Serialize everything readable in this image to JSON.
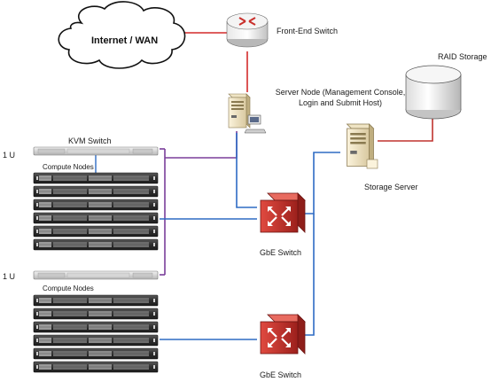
{
  "labels": {
    "cloud": "Internet / WAN",
    "front_end_switch": "Front-End Switch",
    "raid_storage": "RAID Storage",
    "server_node_line1": "Server Node (Management Console,",
    "server_node_line2": "Login and Submit Host)",
    "storage_server": "Storage Server",
    "rack1_unit": "1 U",
    "kvm_switch": "KVM Switch",
    "rack1_compute": "Compute Nodes",
    "rack2_unit": "1 U",
    "rack2_compute": "Compute Nodes",
    "gbe_switch_1": "GbE Switch",
    "gbe_switch_2": "GbE Switch"
  },
  "colors": {
    "wan_link": "#d42a2a",
    "storage_link": "#c0332f",
    "kvm_link": "#7a3e9a",
    "ethernet_link": "#2e6bc4",
    "switch_body": "#c9302c",
    "chassis": "#3a3a3a"
  },
  "icons": {
    "cloud": "cloud-icon",
    "router": "router-icon",
    "server": "tower-server-icon",
    "disk": "disk-cylinder-icon",
    "switch": "network-switch-icon",
    "rack_unit": "rack-server-icon"
  }
}
